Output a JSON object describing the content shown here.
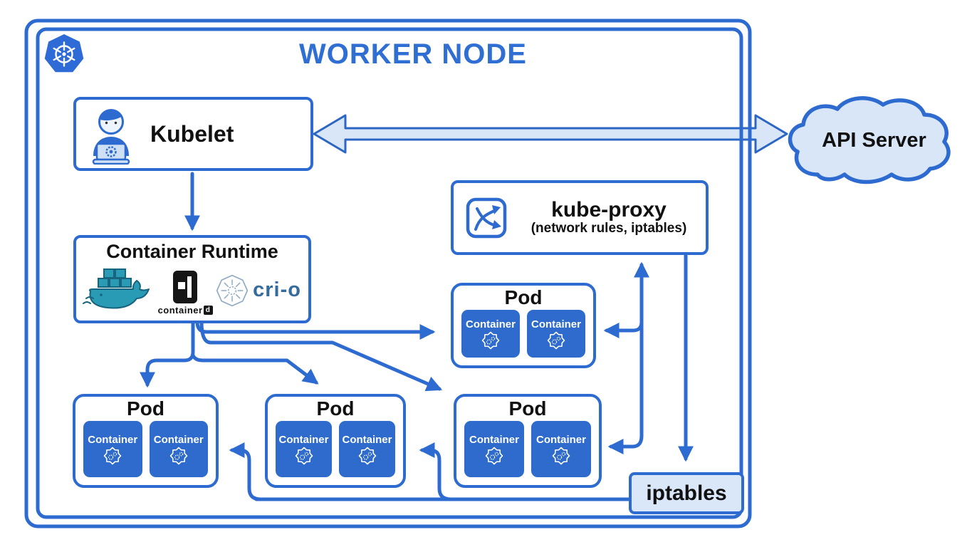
{
  "colors": {
    "blue": "#2e6bd0",
    "blue-dark": "#2559b0",
    "light-fill": "#d9e7f8",
    "tile-blue": "#2e6bcd",
    "title-blue": "#2f6ed3",
    "text-dark": "#111111",
    "docker-teal": "#2a9bb4",
    "docker-teal-dark": "#17647e",
    "containerd-black": "#161616",
    "crio-blue": "#366b9e",
    "crio-outline": "#8fa9c4"
  },
  "worker_node": {
    "title": "WORKER NODE"
  },
  "kubelet": {
    "label": "Kubelet"
  },
  "api_server": {
    "label": "API Server"
  },
  "container_runtime": {
    "title": "Container Runtime",
    "containerd_wordmark": "container",
    "containerd_d": "d",
    "crio_label": "cri-o"
  },
  "kube_proxy": {
    "title": "kube-proxy",
    "subtitle": "(network rules, iptables)"
  },
  "pods": [
    {
      "title": "Pod",
      "containers": [
        "Container",
        "Container"
      ]
    },
    {
      "title": "Pod",
      "containers": [
        "Container",
        "Container"
      ]
    },
    {
      "title": "Pod",
      "containers": [
        "Container",
        "Container"
      ]
    },
    {
      "title": "Pod",
      "containers": [
        "Container",
        "Container"
      ]
    }
  ],
  "iptables": {
    "label": "iptables"
  }
}
